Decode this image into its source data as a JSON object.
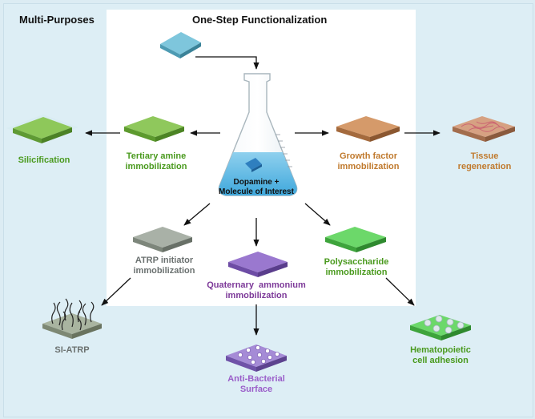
{
  "titles": {
    "left": "Multi-Purposes",
    "center": "One-Step Functionalization"
  },
  "flask": {
    "label_line1": "Dopamine +",
    "label_line2": "Molecule of Interest"
  },
  "nodes": {
    "tertiary": {
      "line1": "Tertiary amine",
      "line2": "immobilization"
    },
    "silicification": {
      "line1": "Silicification"
    },
    "growth": {
      "line1": "Growth factor",
      "line2": "immobilization"
    },
    "tissue": {
      "line1": "Tissue",
      "line2": "regeneration"
    },
    "atrp_initiator": {
      "line1": "ATRP initiator",
      "line2": "immobilization"
    },
    "si_atrp": {
      "line1": "SI-ATRP"
    },
    "quaternary": {
      "line1": "Quaternary  ammonium",
      "line2": "immobilization"
    },
    "antibacterial": {
      "line1": "Anti-Bacterial",
      "line2": "Surface"
    },
    "polysaccharide": {
      "line1": "Polysaccharide",
      "line2": "immobilization"
    },
    "hematopoietic": {
      "line1": "Hematopoietic",
      "line2": "cell adhesion"
    }
  },
  "colors": {
    "green_text": "#4a9a1e",
    "orange_text": "#c07a2e",
    "gray_text": "#6b7170",
    "purple_text": "#7d3a99"
  }
}
